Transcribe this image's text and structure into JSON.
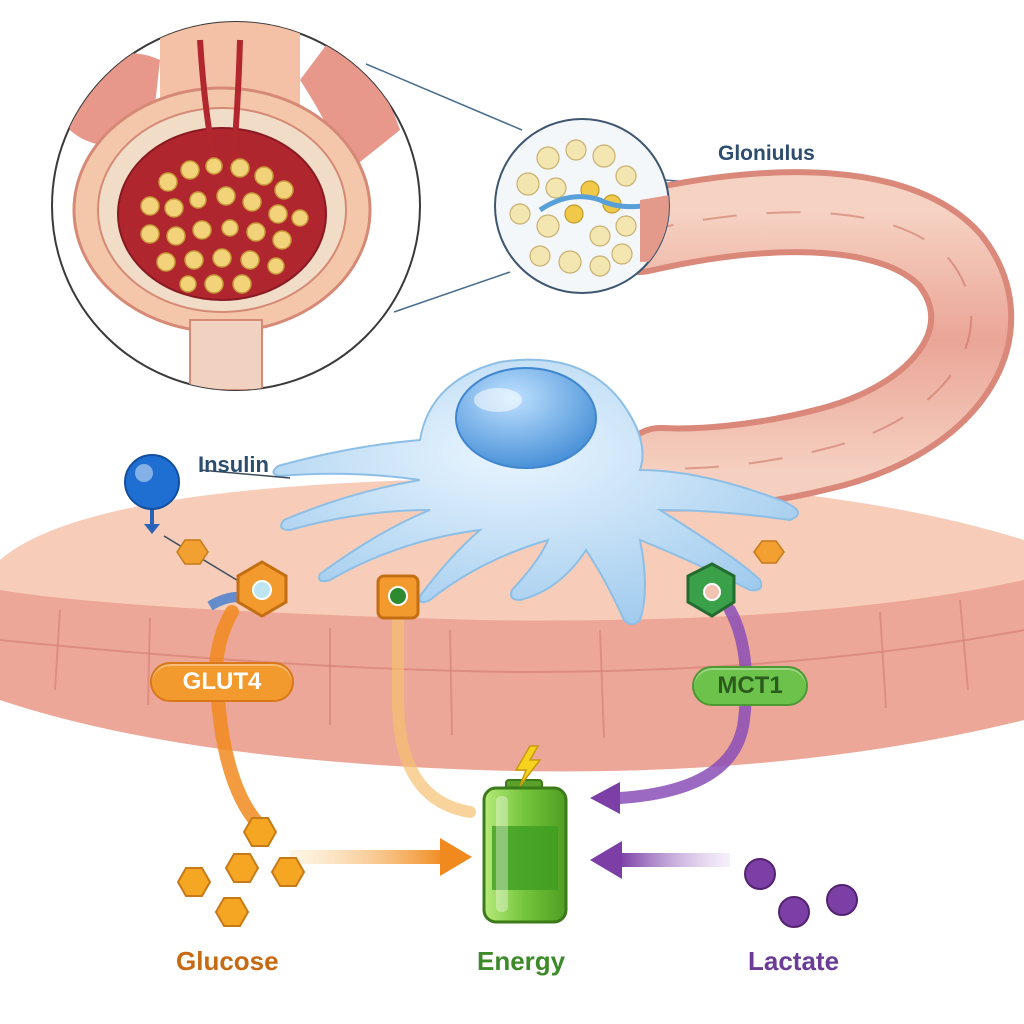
{
  "labels": {
    "glomerulus": "Gloniulus",
    "insulin": "Insulin",
    "glucose": "Glucose",
    "energy": "Energy",
    "lactate": "Lactate"
  },
  "transporters": {
    "glut4": "GLUT4",
    "mct1": "MCT1"
  },
  "colors": {
    "glucose": "#f5a623",
    "glut4": "#f39a2e",
    "mct1": "#6cc24a",
    "lactate": "#7b3fa6",
    "energy_battery": "#8bd34a",
    "insulin": "#1e6fd1",
    "cell": "#bcdcf4",
    "tissue": "#f2c2a8",
    "vessel": "#e8988c",
    "glomerulus_nodules": "#f0d77a"
  },
  "icons": {
    "energy_bolt": "lightning-bolt-icon"
  }
}
